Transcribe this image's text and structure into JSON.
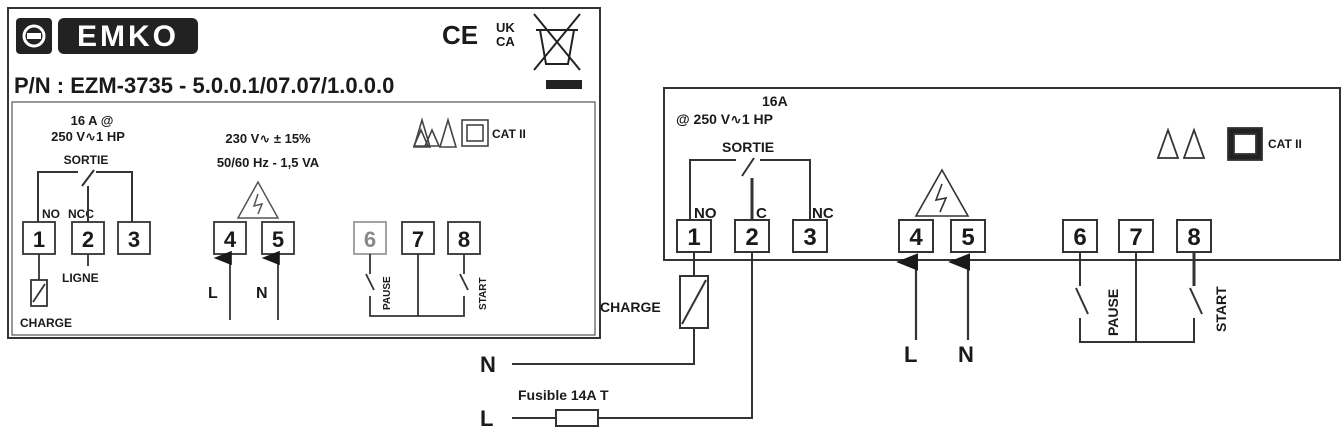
{
  "left_panel": {
    "brand": "EMKO",
    "marks": {
      "ce": "CE",
      "uk": "UK",
      "ca": "CA"
    },
    "part_number": "P/N : EZM-3735 - 5.0.0.1/07.07/1.0.0.0",
    "cat": "CAT II",
    "relay": {
      "line1": "16 A @",
      "line2": "250 V∿1 HP",
      "sortie": "SORTIE",
      "no": "NO",
      "ncc": "NCC"
    },
    "supply": {
      "line1": "230 V∿  ± 15%",
      "line2": "50/60 Hz - 1,5 VA"
    },
    "terminals": [
      "1",
      "2",
      "3",
      "4",
      "5",
      "6",
      "7",
      "8"
    ],
    "ligne": "LIGNE",
    "charge": "CHARGE",
    "l": "L",
    "n": "N",
    "pause": "PAUSE",
    "start": "START"
  },
  "right_panel": {
    "relay": {
      "line1": "16A",
      "line2": "@ 250 V∿1 HP",
      "sortie": "SORTIE",
      "no": "NO",
      "c": "C",
      "nc": "NC"
    },
    "cat": "CAT II",
    "terminals": [
      "1",
      "2",
      "3",
      "4",
      "5",
      "6",
      "7",
      "8"
    ],
    "l": "L",
    "n": "N",
    "pause": "PAUSE",
    "start": "START"
  },
  "external": {
    "charge": "CHARGE",
    "n": "N",
    "l": "L",
    "fuse": "Fusible 14A T"
  }
}
